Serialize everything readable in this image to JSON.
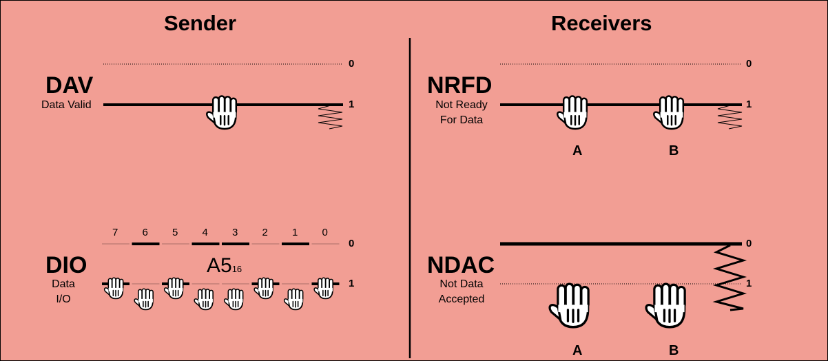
{
  "sender": {
    "title": "Sender",
    "dav": {
      "name": "DAV",
      "desc": "Data Valid",
      "level0": "0",
      "level1": "1"
    },
    "dio": {
      "name": "DIO",
      "desc_line1": "Data",
      "desc_line2": "I/O",
      "level0": "0",
      "level1": "1",
      "bits": [
        "7",
        "6",
        "5",
        "4",
        "3",
        "2",
        "1",
        "0"
      ],
      "bit_values": [
        1,
        0,
        1,
        0,
        0,
        1,
        0,
        1
      ],
      "hex_value": "A5",
      "hex_base": "16"
    }
  },
  "receivers": {
    "title": "Receivers",
    "nrfd": {
      "name": "NRFD",
      "desc_line1": "Not Ready",
      "desc_line2": "For Data",
      "level0": "0",
      "level1": "1",
      "receiver_a": "A",
      "receiver_b": "B"
    },
    "ndac": {
      "name": "NDAC",
      "desc_line1": "Not Data",
      "desc_line2": "Accepted",
      "level0": "0",
      "level1": "1",
      "receiver_a": "A",
      "receiver_b": "B"
    }
  }
}
